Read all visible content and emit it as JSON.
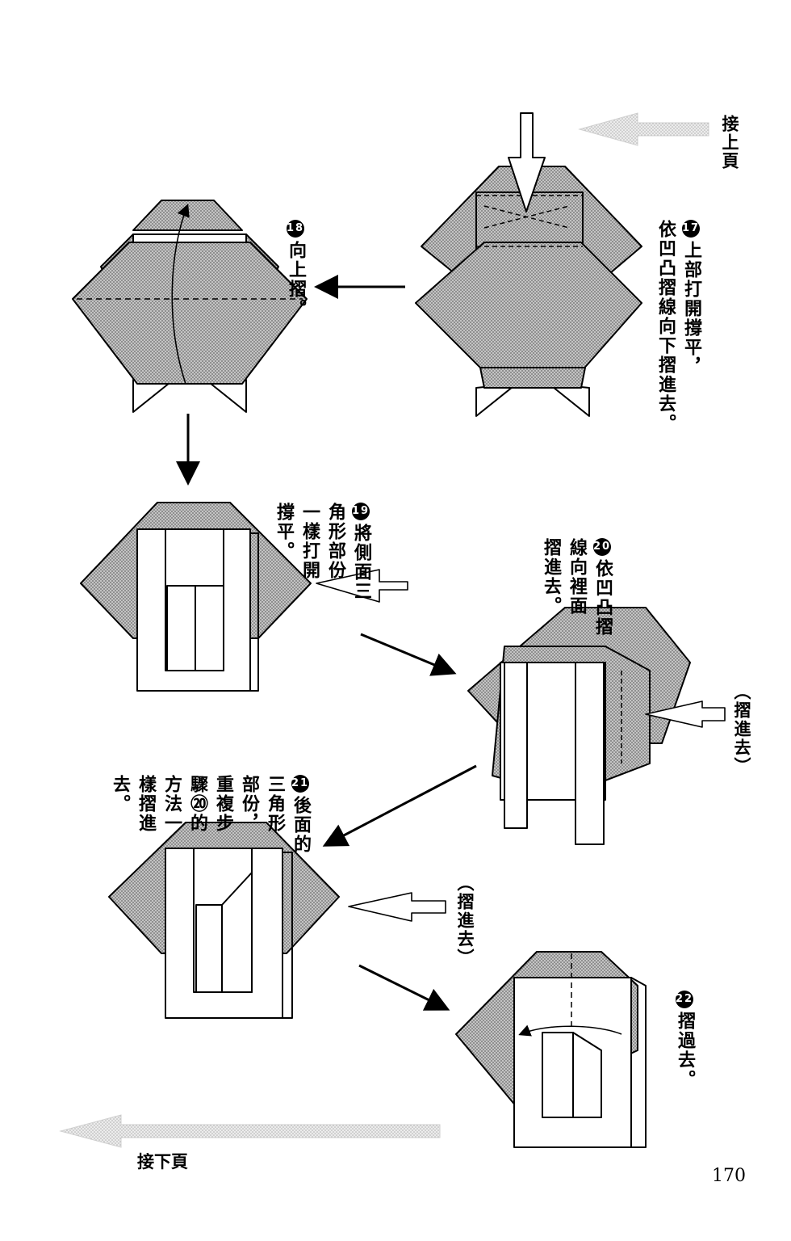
{
  "nav": {
    "continue_from": "接上頁",
    "continue_to": "接下頁",
    "page_number": "170"
  },
  "steps": [
    {
      "num": "17",
      "lines": [
        "上部打開撐平，",
        "依凹凸摺線向下摺進去。"
      ]
    },
    {
      "num": "18",
      "lines": [
        "向上摺。"
      ]
    },
    {
      "num": "19",
      "lines": [
        "將側面三",
        "角形部份",
        "一樣打開",
        "撐平。"
      ]
    },
    {
      "num": "20",
      "lines": [
        "依凹凸摺",
        "線向裡面",
        "摺進去。"
      ]
    },
    {
      "num": "21",
      "lines": [
        "後面的",
        "三角形",
        "部份，",
        "重複步",
        "驟⑳的",
        "方法一",
        "樣摺進",
        "去。"
      ]
    },
    {
      "num": "22",
      "lines": [
        "摺過去。"
      ]
    }
  ],
  "side_notes": [
    "（摺進去）",
    "（摺進去）"
  ],
  "colors": {
    "paper_fill": "#b8b8b8",
    "ink": "#000000",
    "faded_arrow": "#c8c8c8"
  }
}
